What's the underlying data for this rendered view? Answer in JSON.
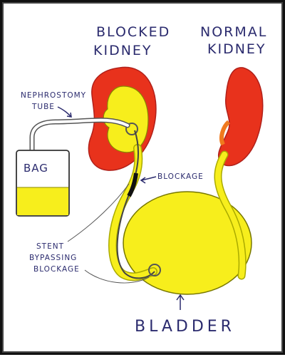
{
  "labels": {
    "blocked_kidney_line1": "BLOCKED",
    "blocked_kidney_line2": "KIDNEY",
    "normal_kidney_line1": "NORMAL",
    "normal_kidney_line2": "KIDNEY",
    "nephrostomy_line1": "NEPHROSTOMY",
    "nephrostomy_line2": "TUBE",
    "bag": "BAG",
    "blockage": "BLOCKAGE",
    "stent_line1": "STENT",
    "stent_line2": "BYPASSING",
    "stent_line3": "BLOCKAGE",
    "bladder": "BLADDER"
  },
  "colors": {
    "kidney_red": "#e8321c",
    "kidney_orange": "#f07a1e",
    "urine_yellow": "#f7ee1c",
    "outline": "#333333",
    "label_ink": "#2b2b6e"
  },
  "icons": [
    "arrow-right-icon",
    "arrow-left-icon",
    "arrow-up-icon"
  ]
}
